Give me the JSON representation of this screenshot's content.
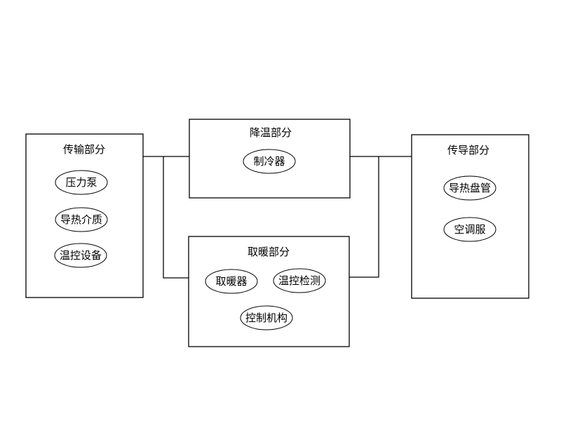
{
  "diagram": {
    "transport": {
      "title": "传输部分",
      "items": [
        "压力泵",
        "导热介质",
        "温控设备"
      ]
    },
    "cooling": {
      "title": "降温部分",
      "items": [
        "制冷器"
      ]
    },
    "heating": {
      "title": "取暖部分",
      "items": [
        "取暖器",
        "温控检测",
        "控制机构"
      ]
    },
    "conduction": {
      "title": "传导部分",
      "items": [
        "导热盘管",
        "空调服"
      ]
    }
  }
}
